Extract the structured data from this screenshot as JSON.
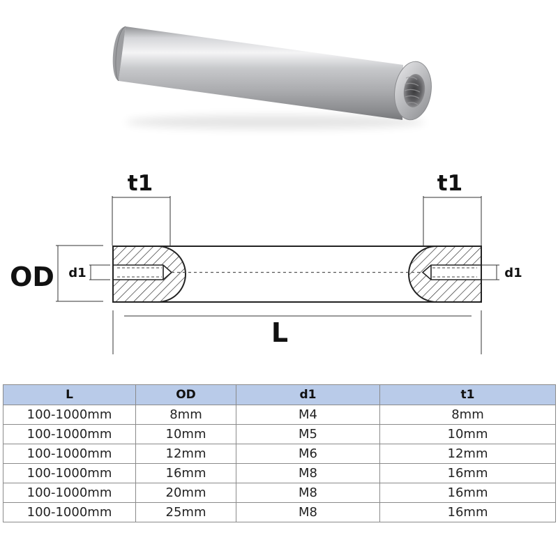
{
  "photo": {
    "subject": "stainless-steel round rod with threaded end hole"
  },
  "drawing": {
    "labels": {
      "t1_left": "t1",
      "t1_right": "t1",
      "od": "OD",
      "d1_left": "d1",
      "d1_right": "d1",
      "length": "L"
    }
  },
  "table": {
    "headers": [
      "L",
      "OD",
      "d1",
      "t1"
    ],
    "rows": [
      [
        "100-1000mm",
        "8mm",
        "M4",
        "8mm"
      ],
      [
        "100-1000mm",
        "10mm",
        "M5",
        "10mm"
      ],
      [
        "100-1000mm",
        "12mm",
        "M6",
        "12mm"
      ],
      [
        "100-1000mm",
        "16mm",
        "M8",
        "16mm"
      ],
      [
        "100-1000mm",
        "20mm",
        "M8",
        "16mm"
      ],
      [
        "100-1000mm",
        "25mm",
        "M8",
        "16mm"
      ]
    ],
    "header_background": "#b9cbe9",
    "border_color": "#8a8a8a"
  }
}
